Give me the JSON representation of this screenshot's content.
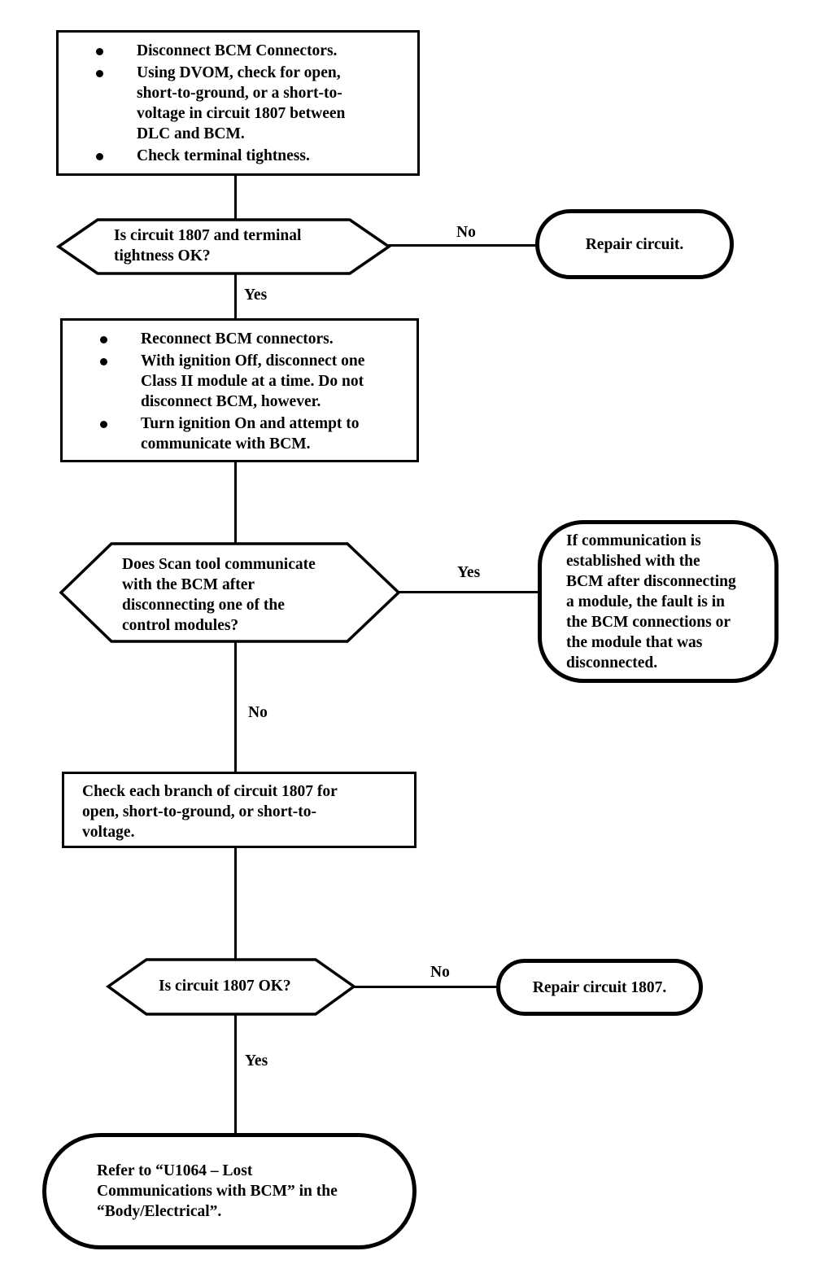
{
  "diagram": {
    "title": "BCM Class II Communication Diagnostic Flowchart",
    "stroke_color": "#000000",
    "background_color": "#ffffff"
  },
  "nodes": {
    "step1": {
      "type": "process",
      "bullets": [
        "Disconnect BCM Connectors.",
        "Using DVOM, check for open,\nshort-to-ground, or a short-to-\nvoltage in circuit 1807 between\nDLC and BCM.",
        "Check terminal tightness."
      ]
    },
    "decision1": {
      "type": "decision",
      "text": "Is circuit 1807 and terminal\ntightness OK?",
      "yes_label": "Yes",
      "no_label": "No"
    },
    "repair1": {
      "type": "terminator",
      "text": "Repair circuit."
    },
    "step2": {
      "type": "process",
      "bullets": [
        "Reconnect BCM connectors.",
        "With ignition Off, disconnect one\nClass II module at a time. Do not\ndisconnect BCM, however.",
        "Turn ignition On and attempt to\ncommunicate with BCM."
      ]
    },
    "decision2": {
      "type": "decision",
      "text": "Does Scan tool communicate\nwith the BCM after\ndisconnecting one of the\ncontrol modules?",
      "yes_label": "Yes",
      "no_label": "No"
    },
    "result2": {
      "type": "terminator",
      "text": "If communication is\nestablished with the\nBCM after disconnecting\na module, the fault is in\nthe BCM connections or\nthe module that was\ndisconnected."
    },
    "step3": {
      "type": "process",
      "text": "Check each branch of circuit 1807 for\nopen, short-to-ground, or short-to-\nvoltage."
    },
    "decision3": {
      "type": "decision",
      "text": "Is circuit 1807 OK?",
      "yes_label": "Yes",
      "no_label": "No"
    },
    "repair3": {
      "type": "terminator",
      "text": "Repair circuit 1807."
    },
    "final": {
      "type": "terminator",
      "text": "Refer to “U1064 – Lost\nCommunications with BCM” in the\n“Body/Electrical”."
    }
  }
}
